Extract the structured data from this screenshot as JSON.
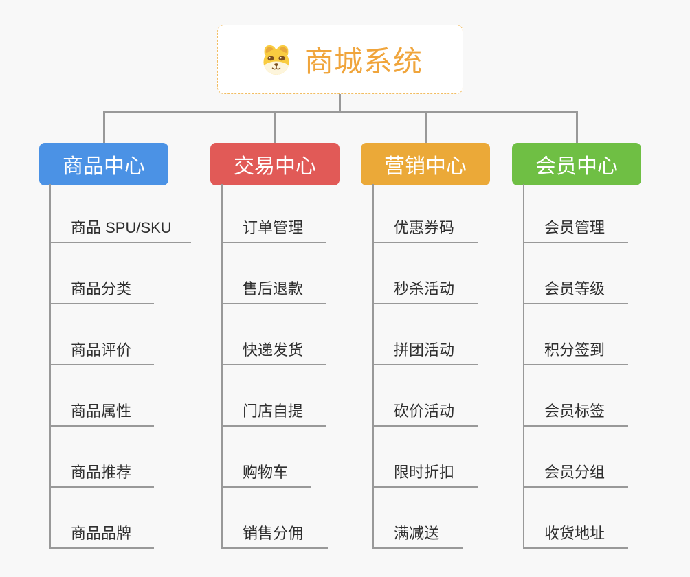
{
  "root": {
    "title": "商城系统",
    "icon": "dog-face-icon",
    "title_color": "#F0A53C",
    "border_color": "#F2BD61"
  },
  "connector_color": "#999999",
  "background_color": "#F8F8F8",
  "branches": [
    {
      "label": "商品中心",
      "color": "#4B92E5",
      "items": [
        "商品 SPU/SKU",
        "商品分类",
        "商品评价",
        "商品属性",
        "商品推荐",
        "商品品牌"
      ]
    },
    {
      "label": "交易中心",
      "color": "#E15A57",
      "items": [
        "订单管理",
        "售后退款",
        "快递发货",
        "门店自提",
        "购物车",
        "销售分佣"
      ]
    },
    {
      "label": "营销中心",
      "color": "#EBA938",
      "items": [
        "优惠券码",
        "秒杀活动",
        "拼团活动",
        "砍价活动",
        "限时折扣",
        "满减送"
      ]
    },
    {
      "label": "会员中心",
      "color": "#6FBF44",
      "items": [
        "会员管理",
        "会员等级",
        "积分签到",
        "会员标签",
        "会员分组",
        "收货地址"
      ]
    }
  ]
}
